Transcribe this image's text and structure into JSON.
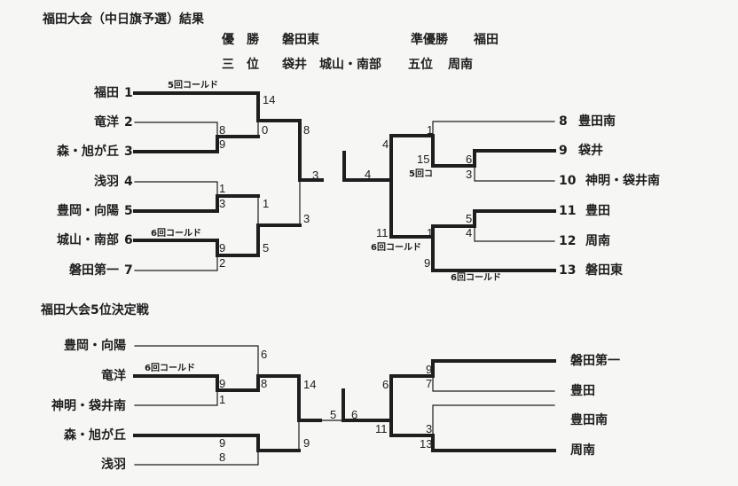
{
  "title": "福田大会（中日旗予選）結果",
  "results": {
    "champion_label": "優　勝",
    "champion": "磐田東",
    "runner_up_label": "準優勝",
    "runner_up": "福田",
    "third_label": "三　位",
    "third": "袋井　城山・南部",
    "fifth_label": "五位",
    "fifth": "周南"
  },
  "main_bracket": {
    "left_teams": [
      {
        "seed": "1",
        "name": "福田"
      },
      {
        "seed": "2",
        "name": "竜洋"
      },
      {
        "seed": "3",
        "name": "森・旭が丘"
      },
      {
        "seed": "4",
        "name": "浅羽"
      },
      {
        "seed": "5",
        "name": "豊岡・向陽"
      },
      {
        "seed": "6",
        "name": "城山・南部"
      },
      {
        "seed": "7",
        "name": "磐田第一"
      }
    ],
    "right_teams": [
      {
        "seed": "8",
        "name": "豊田南"
      },
      {
        "seed": "9",
        "name": "袋井"
      },
      {
        "seed": "10",
        "name": "神明・袋井南"
      },
      {
        "seed": "11",
        "name": "豊田"
      },
      {
        "seed": "12",
        "name": "周南"
      },
      {
        "seed": "13",
        "name": "磐田東"
      }
    ],
    "scores": [
      "14",
      "0",
      "8",
      "9",
      "8",
      "3",
      "1",
      "3",
      "1",
      "3",
      "9",
      "2",
      "5",
      "4",
      "4",
      "1",
      "15",
      "6",
      "3",
      "11",
      "1",
      "5",
      "4",
      "9"
    ],
    "notes": [
      "5回コールド",
      "6回コールド",
      "5回コ",
      "6回コールド",
      "6回コールド"
    ]
  },
  "fifth_place": {
    "title": "福田大会5位決定戦",
    "left_teams": [
      "豊岡・向陽",
      "竜洋",
      "神明・袋井南",
      "森・旭が丘",
      "浅羽"
    ],
    "right_teams": [
      "磐田第一",
      "豊田",
      "豊田南",
      "周南"
    ],
    "scores": [
      "6",
      "9",
      "1",
      "8",
      "14",
      "9",
      "8",
      "9",
      "5",
      "6",
      "6",
      "11",
      "9",
      "7",
      "3",
      "13"
    ],
    "notes": [
      "6回コールド"
    ]
  }
}
